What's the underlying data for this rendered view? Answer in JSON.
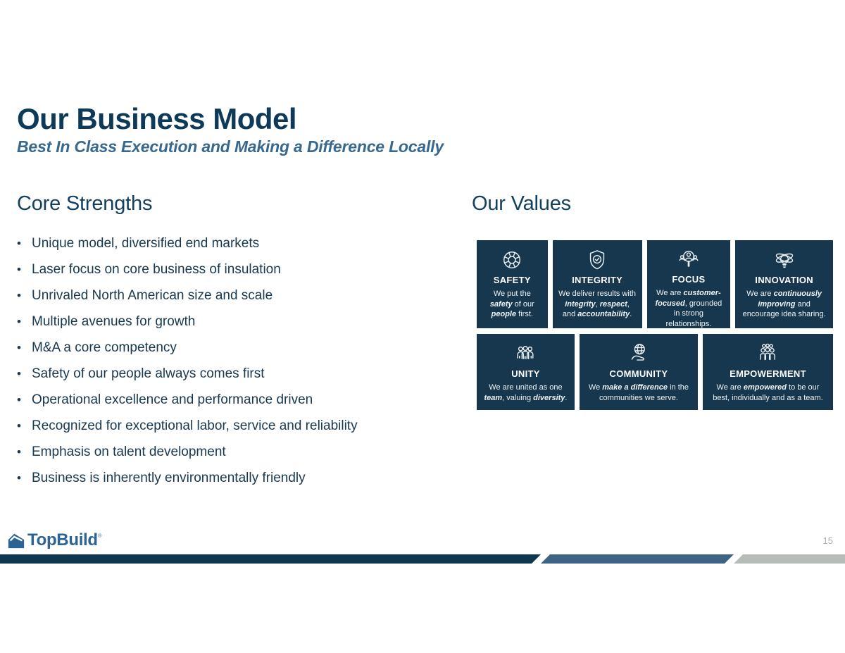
{
  "slide": {
    "title": "Our Business Model",
    "subtitle": "Best In Class Execution and Making a Difference Locally",
    "page_number": "15"
  },
  "core_strengths": {
    "heading": "Core Strengths",
    "bullets": [
      "Unique model, diversified end markets",
      "Laser focus on core business of insulation",
      "Unrivaled North American size and scale",
      "Multiple avenues for growth",
      "M&A a core competency",
      "Safety of our people always comes first",
      "Operational excellence and performance driven",
      "Recognized for exceptional labor, service and reliability",
      "Emphasis on talent development",
      "Business is inherently environmentally friendly"
    ]
  },
  "values": {
    "heading": "Our Values",
    "rows": [
      {
        "cards": [
          {
            "id": "safety",
            "icon": "life-ring-icon",
            "title": "SAFETY",
            "desc": [
              {
                "t": "We put the "
              },
              {
                "t": "safety",
                "em": true
              },
              {
                "t": " of our "
              },
              {
                "t": "people",
                "em": true
              },
              {
                "t": " first."
              }
            ]
          },
          {
            "id": "integrity",
            "icon": "shield-check-icon",
            "title": "INTEGRITY",
            "desc": [
              {
                "t": "We deliver results with "
              },
              {
                "t": "integrity",
                "em": true
              },
              {
                "t": ", "
              },
              {
                "t": "respect",
                "em": true
              },
              {
                "t": ", and "
              },
              {
                "t": "accountability",
                "em": true
              },
              {
                "t": "."
              }
            ]
          },
          {
            "id": "focus",
            "icon": "magnifier-person-icon",
            "title": "FOCUS",
            "desc": [
              {
                "t": "We are "
              },
              {
                "t": "customer-focused",
                "em": true
              },
              {
                "t": ", grounded in strong relationships."
              }
            ]
          },
          {
            "id": "innovation",
            "icon": "lightbulb-orbit-icon",
            "title": "INNOVATION",
            "desc": [
              {
                "t": "We are "
              },
              {
                "t": "continuously improving",
                "em": true
              },
              {
                "t": " and encourage idea sharing."
              }
            ]
          }
        ]
      },
      {
        "cards": [
          {
            "id": "unity",
            "icon": "people-group-icon",
            "title": "UNITY",
            "desc": [
              {
                "t": "We are united as one "
              },
              {
                "t": "team",
                "em": true
              },
              {
                "t": ", valuing "
              },
              {
                "t": "diversity",
                "em": true
              },
              {
                "t": "."
              }
            ]
          },
          {
            "id": "community",
            "icon": "hand-globe-icon",
            "title": "COMMUNITY",
            "desc": [
              {
                "t": "We "
              },
              {
                "t": "make a difference",
                "em": true
              },
              {
                "t": " in the communities we serve."
              }
            ]
          },
          {
            "id": "empowerment",
            "icon": "team-crowd-icon",
            "title": "EMPOWERMENT",
            "desc": [
              {
                "t": "We are "
              },
              {
                "t": "empowered",
                "em": true
              },
              {
                "t": " to be our best, individually and as a team."
              }
            ]
          }
        ]
      }
    ]
  },
  "footer": {
    "logo_text": "TopBuild",
    "logo_mark": "®"
  },
  "colors": {
    "title_navy": "#0E3A5A",
    "subtitle_blue": "#376890",
    "body_navy": "#17384F",
    "card_navy": "#16374D",
    "footer_navy": "#0D3850",
    "footer_blue": "#3D6485",
    "footer_gray": "#B6BCB8",
    "logo_blue": "#2B6394"
  }
}
